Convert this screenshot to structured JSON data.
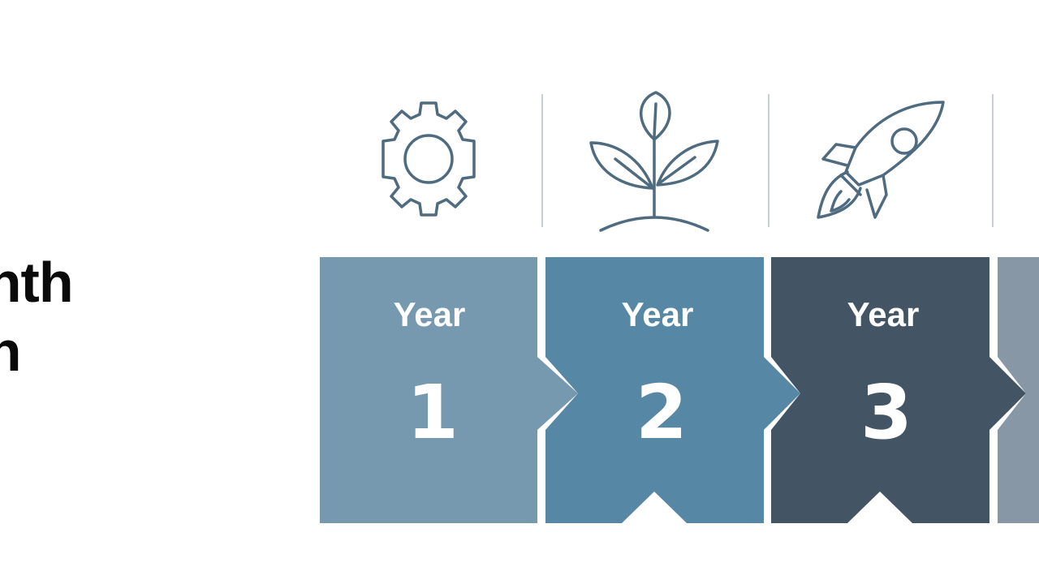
{
  "title": {
    "line1": "onth",
    "line2": "on"
  },
  "stages": [
    {
      "label": "Year",
      "number": "1",
      "icon": "gear-icon",
      "color": "#7799b0"
    },
    {
      "label": "Year",
      "number": "2",
      "icon": "sprout-icon",
      "color": "#5687a4"
    },
    {
      "label": "Year",
      "number": "3",
      "icon": "rocket-icon",
      "color": "#435564"
    },
    {
      "label": "",
      "number": "",
      "icon": "",
      "color": "#8797a6"
    }
  ],
  "colors": {
    "icon_stroke": "#4f6b7f",
    "divider": "#c9cfd4"
  }
}
